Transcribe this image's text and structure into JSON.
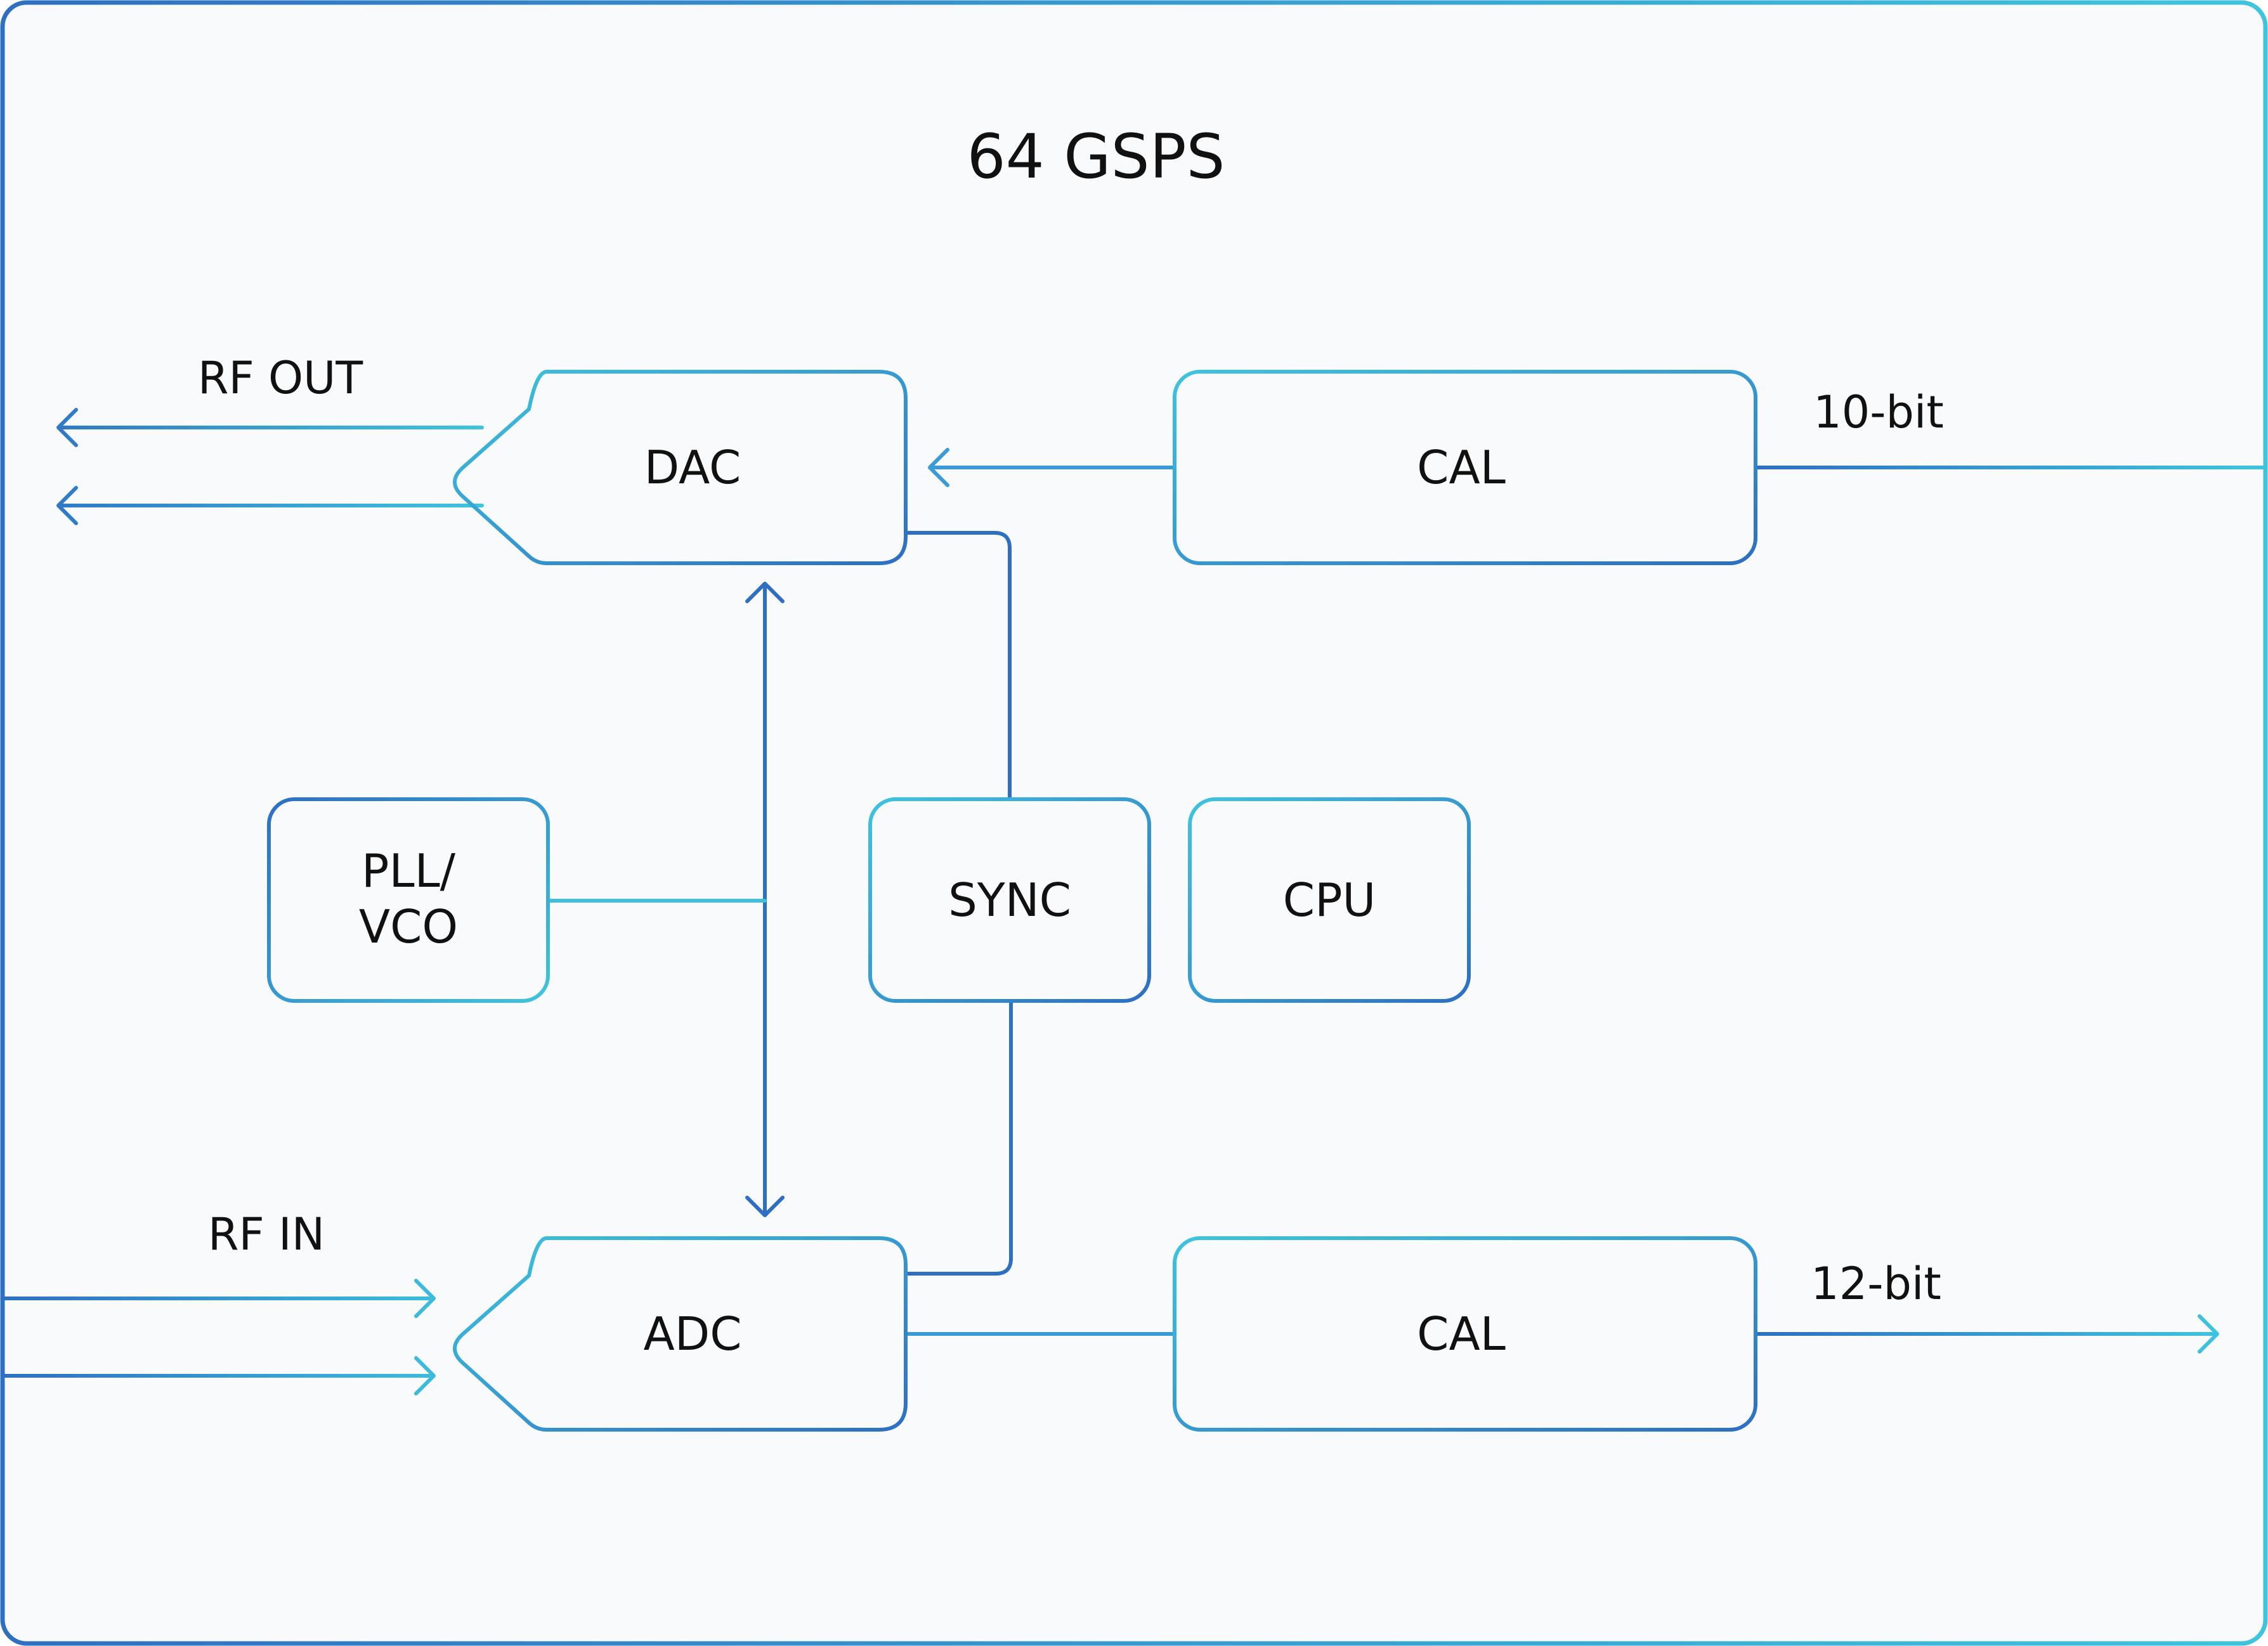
{
  "title": "64 GSPS",
  "colors": {
    "dark_blue": "#2e6fc2",
    "light_blue": "#3fc4dd",
    "background": "#f8fafc",
    "text": "#111111"
  },
  "blocks": {
    "dac": "DAC",
    "adc": "ADC",
    "cal_top": "CAL",
    "cal_bottom": "CAL",
    "pll_line1": "PLL/",
    "pll_line2": "VCO",
    "sync": "SYNC",
    "cpu": "CPU"
  },
  "labels": {
    "rf_out": "RF OUT",
    "rf_in": "RF IN",
    "bits_top": "10-bit",
    "bits_bottom": "12-bit"
  }
}
